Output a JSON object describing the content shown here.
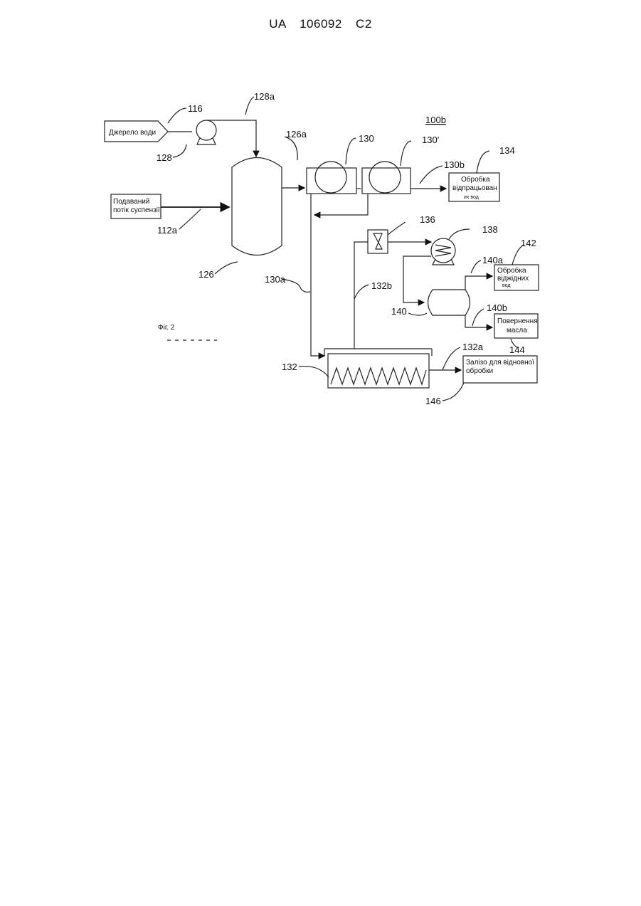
{
  "header": {
    "document_id": "UA   106092   C2"
  },
  "figure": {
    "id_label": "100b",
    "caption": "Фіг. 2",
    "boxes": {
      "water_source": "Джерело води",
      "feed_line1": "Подаваний",
      "feed_line2": "потік суспензії",
      "waste_line1": "Обробка",
      "waste_line2": "відпрацьован",
      "waste_line3": "их вод",
      "sewage_line1": "Обробка",
      "sewage_line2": "віджідних",
      "sewage_line3": "вод",
      "oil_line1": "Повернення",
      "oil_line2": "масла",
      "iron_line1": "Залізо для відновної",
      "iron_line2": "обробки"
    },
    "refs": {
      "r116": "116",
      "r128a": "128a",
      "r128": "128",
      "r126a": "126a",
      "r126": "126",
      "r112a": "112a",
      "r130": "130",
      "r130p": "130'",
      "r130b": "130b",
      "r130a": "130a",
      "r134": "134",
      "r136": "136",
      "r138": "138",
      "r142": "142",
      "r140a": "140a",
      "r140": "140",
      "r140b": "140b",
      "r144": "144",
      "r132b": "132b",
      "r132a": "132a",
      "r132": "132",
      "r146": "146"
    }
  }
}
